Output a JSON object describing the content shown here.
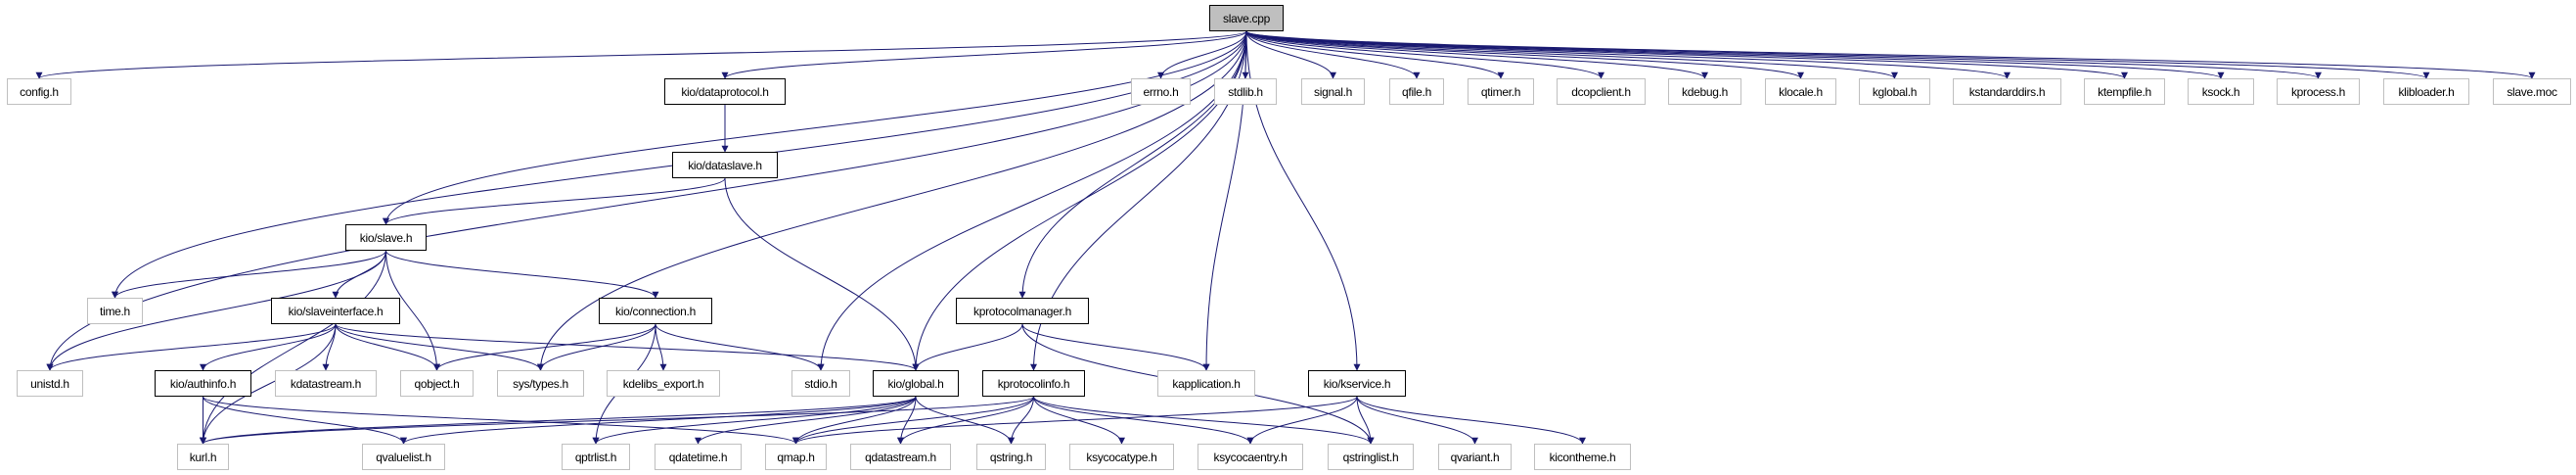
{
  "graph": {
    "edge_color": "#191970",
    "root_fill": "#bfbfbf",
    "nodes": {
      "slave_cpp": {
        "label": "slave.cpp",
        "linked": false,
        "root": true
      },
      "config_h": {
        "label": "config.h",
        "linked": false
      },
      "dataprotocol_h": {
        "label": "kio/dataprotocol.h",
        "linked": true
      },
      "errno_h": {
        "label": "errno.h",
        "linked": false
      },
      "stdlib_h": {
        "label": "stdlib.h",
        "linked": false
      },
      "signal_h": {
        "label": "signal.h",
        "linked": false
      },
      "qfile_h": {
        "label": "qfile.h",
        "linked": false
      },
      "qtimer_h": {
        "label": "qtimer.h",
        "linked": false
      },
      "dcopclient_h": {
        "label": "dcopclient.h",
        "linked": false
      },
      "kdebug_h": {
        "label": "kdebug.h",
        "linked": false
      },
      "klocale_h": {
        "label": "klocale.h",
        "linked": false
      },
      "kglobal_h": {
        "label": "kglobal.h",
        "linked": false
      },
      "kstandarddirs_h": {
        "label": "kstandarddirs.h",
        "linked": false
      },
      "ktempfile_h": {
        "label": "ktempfile.h",
        "linked": false
      },
      "ksock_h": {
        "label": "ksock.h",
        "linked": false
      },
      "kprocess_h": {
        "label": "kprocess.h",
        "linked": false
      },
      "klibloader_h": {
        "label": "klibloader.h",
        "linked": false
      },
      "slave_moc": {
        "label": "slave.moc",
        "linked": false
      },
      "dataslave_h": {
        "label": "kio/dataslave.h",
        "linked": true
      },
      "slave_h": {
        "label": "kio/slave.h",
        "linked": true
      },
      "time_h": {
        "label": "time.h",
        "linked": false
      },
      "slaveinterface_h": {
        "label": "kio/slaveinterface.h",
        "linked": true
      },
      "connection_h": {
        "label": "kio/connection.h",
        "linked": true
      },
      "kprotocolmanager_h": {
        "label": "kprotocolmanager.h",
        "linked": true
      },
      "unistd_h": {
        "label": "unistd.h",
        "linked": false
      },
      "authinfo_h": {
        "label": "kio/authinfo.h",
        "linked": true
      },
      "kdatastream_h": {
        "label": "kdatastream.h",
        "linked": false
      },
      "qobject_h": {
        "label": "qobject.h",
        "linked": false
      },
      "systypes_h": {
        "label": "sys/types.h",
        "linked": false
      },
      "kdelibs_export_h": {
        "label": "kdelibs_export.h",
        "linked": false
      },
      "stdio_h": {
        "label": "stdio.h",
        "linked": false
      },
      "global_h": {
        "label": "kio/global.h",
        "linked": true
      },
      "kprotocolinfo_h": {
        "label": "kprotocolinfo.h",
        "linked": true
      },
      "kapplication_h": {
        "label": "kapplication.h",
        "linked": false
      },
      "kservice_h": {
        "label": "kio/kservice.h",
        "linked": true
      },
      "kurl_h": {
        "label": "kurl.h",
        "linked": false
      },
      "qvaluelist_h": {
        "label": "qvaluelist.h",
        "linked": false
      },
      "qptrlist_h": {
        "label": "qptrlist.h",
        "linked": false
      },
      "qdatetime_h": {
        "label": "qdatetime.h",
        "linked": false
      },
      "qmap_h": {
        "label": "qmap.h",
        "linked": false
      },
      "qdatastream_h": {
        "label": "qdatastream.h",
        "linked": false
      },
      "qstring_h": {
        "label": "qstring.h",
        "linked": false
      },
      "ksycocatype_h": {
        "label": "ksycocatype.h",
        "linked": false
      },
      "ksycocaentry_h": {
        "label": "ksycocaentry.h",
        "linked": false
      },
      "qstringlist_h": {
        "label": "qstringlist.h",
        "linked": false
      },
      "qvariant_h": {
        "label": "qvariant.h",
        "linked": false
      },
      "kicontheme_h": {
        "label": "kicontheme.h",
        "linked": false
      }
    },
    "edges": [
      [
        "slave_cpp",
        "config_h"
      ],
      [
        "slave_cpp",
        "dataprotocol_h"
      ],
      [
        "slave_cpp",
        "errno_h"
      ],
      [
        "slave_cpp",
        "stdlib_h"
      ],
      [
        "slave_cpp",
        "signal_h"
      ],
      [
        "slave_cpp",
        "qfile_h"
      ],
      [
        "slave_cpp",
        "qtimer_h"
      ],
      [
        "slave_cpp",
        "dcopclient_h"
      ],
      [
        "slave_cpp",
        "kdebug_h"
      ],
      [
        "slave_cpp",
        "klocale_h"
      ],
      [
        "slave_cpp",
        "kglobal_h"
      ],
      [
        "slave_cpp",
        "kstandarddirs_h"
      ],
      [
        "slave_cpp",
        "ktempfile_h"
      ],
      [
        "slave_cpp",
        "ksock_h"
      ],
      [
        "slave_cpp",
        "kprocess_h"
      ],
      [
        "slave_cpp",
        "klibloader_h"
      ],
      [
        "slave_cpp",
        "slave_moc"
      ],
      [
        "slave_cpp",
        "unistd_h"
      ],
      [
        "slave_cpp",
        "time_h"
      ],
      [
        "slave_cpp",
        "slave_h"
      ],
      [
        "slave_cpp",
        "systypes_h"
      ],
      [
        "slave_cpp",
        "stdio_h"
      ],
      [
        "slave_cpp",
        "global_h"
      ],
      [
        "slave_cpp",
        "kprotocolinfo_h"
      ],
      [
        "slave_cpp",
        "kprotocolmanager_h"
      ],
      [
        "slave_cpp",
        "kapplication_h"
      ],
      [
        "slave_cpp",
        "kservice_h"
      ],
      [
        "dataprotocol_h",
        "dataslave_h"
      ],
      [
        "dataslave_h",
        "slave_h"
      ],
      [
        "dataslave_h",
        "global_h"
      ],
      [
        "slave_h",
        "time_h"
      ],
      [
        "slave_h",
        "slaveinterface_h"
      ],
      [
        "slave_h",
        "qobject_h"
      ],
      [
        "slave_h",
        "connection_h"
      ],
      [
        "slave_h",
        "unistd_h"
      ],
      [
        "slave_h",
        "kurl_h"
      ],
      [
        "slaveinterface_h",
        "unistd_h"
      ],
      [
        "slaveinterface_h",
        "authinfo_h"
      ],
      [
        "slaveinterface_h",
        "kdatastream_h"
      ],
      [
        "slaveinterface_h",
        "qobject_h"
      ],
      [
        "slaveinterface_h",
        "systypes_h"
      ],
      [
        "slaveinterface_h",
        "global_h"
      ],
      [
        "slaveinterface_h",
        "kurl_h"
      ],
      [
        "connection_h",
        "qobject_h"
      ],
      [
        "connection_h",
        "systypes_h"
      ],
      [
        "connection_h",
        "kdelibs_export_h"
      ],
      [
        "connection_h",
        "stdio_h"
      ],
      [
        "connection_h",
        "qptrlist_h"
      ],
      [
        "authinfo_h",
        "kurl_h"
      ],
      [
        "authinfo_h",
        "qvaluelist_h"
      ],
      [
        "authinfo_h",
        "qmap_h"
      ],
      [
        "kprotocolmanager_h",
        "global_h"
      ],
      [
        "kprotocolmanager_h",
        "kapplication_h"
      ],
      [
        "kprotocolmanager_h",
        "qstringlist_h"
      ],
      [
        "global_h",
        "kurl_h"
      ],
      [
        "global_h",
        "qvaluelist_h"
      ],
      [
        "global_h",
        "qptrlist_h"
      ],
      [
        "global_h",
        "qdatetime_h"
      ],
      [
        "global_h",
        "qmap_h"
      ],
      [
        "global_h",
        "qdatastream_h"
      ],
      [
        "global_h",
        "qstring_h"
      ],
      [
        "kprotocolinfo_h",
        "kurl_h"
      ],
      [
        "kprotocolinfo_h",
        "qmap_h"
      ],
      [
        "kprotocolinfo_h",
        "qdatastream_h"
      ],
      [
        "kprotocolinfo_h",
        "qstring_h"
      ],
      [
        "kprotocolinfo_h",
        "ksycocatype_h"
      ],
      [
        "kprotocolinfo_h",
        "ksycocaentry_h"
      ],
      [
        "kprotocolinfo_h",
        "qstringlist_h"
      ],
      [
        "kservice_h",
        "qmap_h"
      ],
      [
        "kservice_h",
        "ksycocaentry_h"
      ],
      [
        "kservice_h",
        "qstringlist_h"
      ],
      [
        "kservice_h",
        "qvariant_h"
      ],
      [
        "kservice_h",
        "kicontheme_h"
      ]
    ]
  }
}
